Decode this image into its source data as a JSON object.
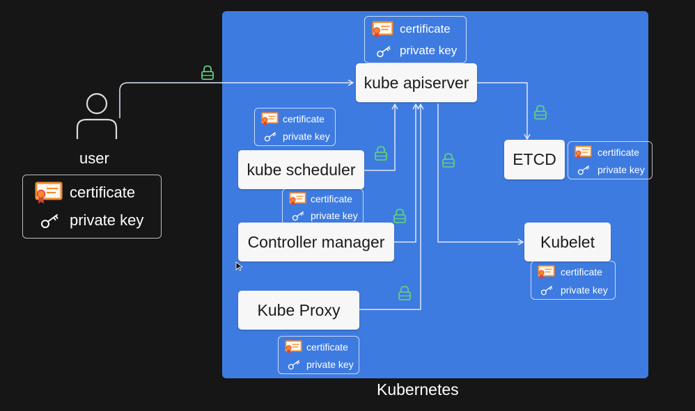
{
  "colors": {
    "background": "#161616",
    "panel": "#3e7be0",
    "component": "#f7f7f7",
    "lock": "#5fcf80",
    "certificate_badge": "#f28a2e"
  },
  "diagram": {
    "panel_label": "Kubernetes",
    "user": {
      "label": "user",
      "icon": "person-icon"
    },
    "components": {
      "apiserver": "kube apiserver",
      "scheduler": "kube scheduler",
      "controller": "Controller manager",
      "proxy": "Kube Proxy",
      "etcd": "ETCD",
      "kubelet": "Kubelet"
    },
    "credential": {
      "certificate": "certificate",
      "private_key": "private key",
      "certificate_icon": "certificate-icon",
      "key_icon": "key-icon"
    },
    "lock_icon": "lock-icon",
    "cursor_icon": "mouse-cursor-icon"
  }
}
